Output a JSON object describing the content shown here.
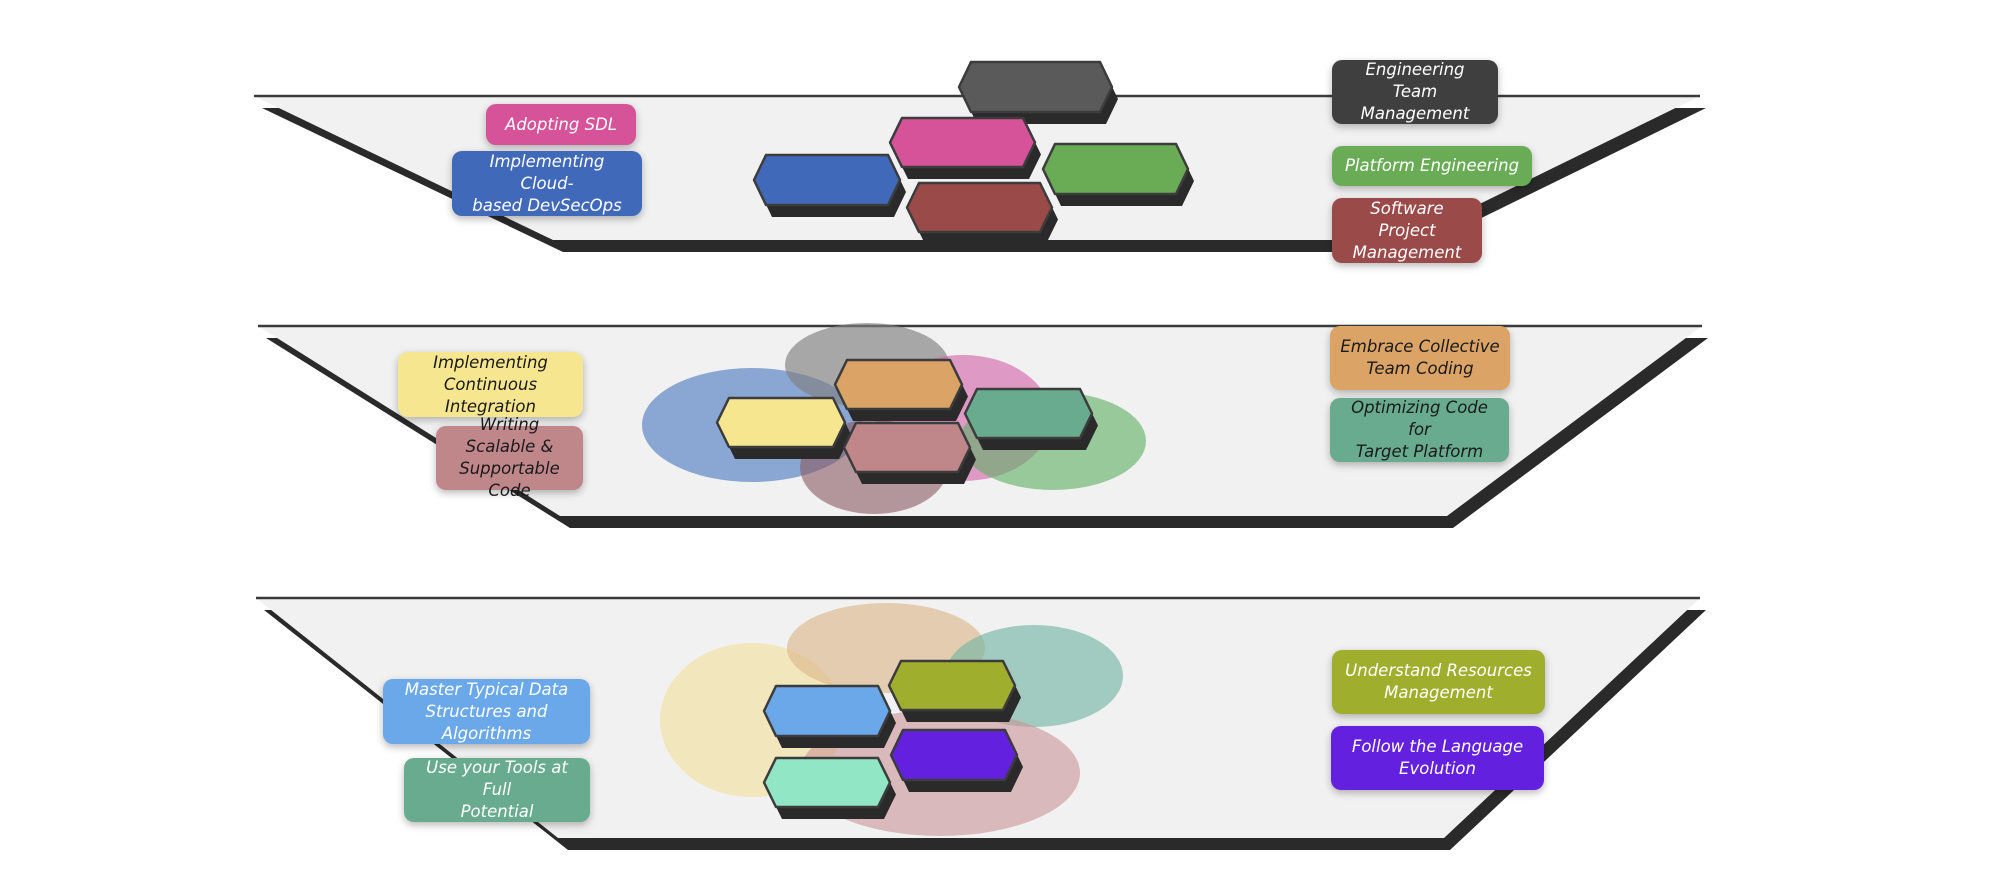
{
  "diagram": {
    "type": "layered-tray-diagram",
    "layers": [
      {
        "id": "top",
        "left_items": [
          {
            "label": "Adopting SDL",
            "color": "#D65299",
            "text_color": "light"
          },
          {
            "label": "Implementing Cloud-based DevSecOps",
            "lines": [
              "Implementing Cloud-",
              "based DevSecOps"
            ],
            "color": "#4169BA",
            "text_color": "light"
          }
        ],
        "right_items": [
          {
            "label": "Engineering Team Management",
            "lines": [
              "Engineering Team",
              "Management"
            ],
            "color": "#3F3F3F",
            "text_color": "light"
          },
          {
            "label": "Platform Engineering",
            "lines": [
              "Platform Engineering"
            ],
            "color": "#6AAC56",
            "text_color": "light"
          },
          {
            "label": "Software Project Management",
            "lines": [
              "Software Project",
              "Management"
            ],
            "color": "#9B4A4A",
            "text_color": "light"
          }
        ],
        "hexagons": [
          {
            "name": "gray",
            "color": "#5A5A5A"
          },
          {
            "name": "pink",
            "color": "#D65299"
          },
          {
            "name": "blue",
            "color": "#4169BA"
          },
          {
            "name": "green",
            "color": "#6AAC56"
          },
          {
            "name": "red",
            "color": "#9B4A4A"
          }
        ],
        "ellipses": []
      },
      {
        "id": "middle",
        "left_items": [
          {
            "label": "Implementing Continuous Integration",
            "lines": [
              "Implementing",
              "Continuous Integration"
            ],
            "color": "#F6E68F",
            "text_color": "dark"
          },
          {
            "label": "Writing Scalable & Supportable Code",
            "lines": [
              "Writing Scalable &",
              "Supportable Code"
            ],
            "color": "#C0878A",
            "text_color": "dark"
          }
        ],
        "right_items": [
          {
            "label": "Embrace Collective Team Coding",
            "lines": [
              "Embrace Collective",
              "Team Coding"
            ],
            "color": "#DBA366",
            "text_color": "dark"
          },
          {
            "label": "Optimizing Code for Target Platform",
            "lines": [
              "Optimizing Code for",
              "Target Platform"
            ],
            "color": "#69AB8E",
            "text_color": "dark"
          }
        ],
        "hexagons": [
          {
            "name": "yellow",
            "color": "#F6E68F"
          },
          {
            "name": "orange",
            "color": "#DBA366"
          },
          {
            "name": "rose",
            "color": "#C0878A"
          },
          {
            "name": "teal",
            "color": "#69AB8E"
          }
        ],
        "ellipses": [
          {
            "name": "blue",
            "color": "#4674C0",
            "opacity": 0.6
          },
          {
            "name": "gray",
            "color": "#7F7F7F",
            "opacity": 0.65
          },
          {
            "name": "pink",
            "color": "#D25FA8",
            "opacity": 0.6
          },
          {
            "name": "green",
            "color": "#5DAF63",
            "opacity": 0.6
          },
          {
            "name": "mauve",
            "color": "#8A5A62",
            "opacity": 0.6
          }
        ]
      },
      {
        "id": "bottom",
        "left_items": [
          {
            "label": "Master Typical Data Structures and Algorithms",
            "lines": [
              "Master Typical Data",
              "Structures and Algorithms"
            ],
            "color": "#6AA8EA",
            "text_color": "light"
          },
          {
            "label": "Use your Tools at Full Potential",
            "lines": [
              "Use your Tools at Full",
              "Potential"
            ],
            "color": "#69AB8E",
            "text_color": "light"
          }
        ],
        "right_items": [
          {
            "label": "Understand Resources Management",
            "lines": [
              "Understand Resources",
              "Management"
            ],
            "color": "#A0AE2E",
            "text_color": "light"
          },
          {
            "label": "Follow the Language Evolution",
            "lines": [
              "Follow the Language",
              "Evolution"
            ],
            "color": "#6321DF",
            "text_color": "light"
          }
        ],
        "hexagons": [
          {
            "name": "blue",
            "color": "#6AA8EA"
          },
          {
            "name": "olive",
            "color": "#A0AE2E"
          },
          {
            "name": "purple",
            "color": "#6321DF"
          },
          {
            "name": "mint",
            "color": "#91E6C5"
          }
        ],
        "ellipses": [
          {
            "name": "yellow",
            "color": "#F2E2A0",
            "opacity": 0.65
          },
          {
            "name": "tan",
            "color": "#DDB88E",
            "opacity": 0.65
          },
          {
            "name": "teal",
            "color": "#6CB3A0",
            "opacity": 0.6
          },
          {
            "name": "rose",
            "color": "#C99498",
            "opacity": 0.6
          }
        ]
      }
    ],
    "colors": {
      "tray_face": "#F1F1F1",
      "tray_shadow": "#2A2A2A",
      "tray_edge": "#3A3A3A",
      "hex_shadow": "#2A2A2A",
      "hex_outline": "#3C3C3C"
    }
  }
}
